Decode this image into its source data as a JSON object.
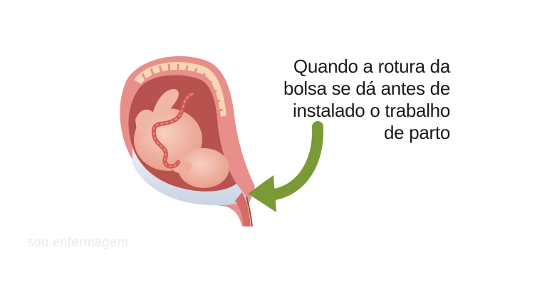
{
  "caption": {
    "lines": [
      "Quando a rotura da",
      "bolsa se dá antes de",
      "instalado o trabalho",
      "de parto"
    ]
  },
  "watermark": "sou enfermagem",
  "colors": {
    "arrow": "#7a9a35",
    "uterine_wall": "#e98f8b",
    "wall_stripes": "#f6d9b4",
    "fetus": "#f2b2a0",
    "cord": "#d2574f",
    "amniotic_fluid": "#cfd8e6",
    "caption_text": "#1a1a1a"
  },
  "icons": [
    "curved-arrow-icon"
  ]
}
